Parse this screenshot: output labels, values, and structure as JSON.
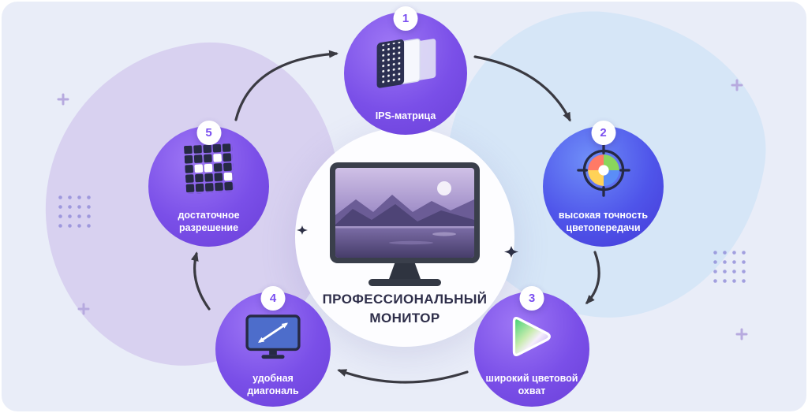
{
  "diagram": {
    "center": {
      "title": "ПРОФЕССИОНАЛЬНЫЙ МОНИТОР",
      "illustration": "desktop-monitor-with-purple-mountain-wallpaper"
    },
    "steps": [
      {
        "number": "1",
        "label": "IPS-матрица",
        "icon": "ips-panel-layers-icon"
      },
      {
        "number": "2",
        "label": "высокая точность цветопередачи",
        "icon": "color-calibration-target-icon"
      },
      {
        "number": "3",
        "label": "широкий цветовой охват",
        "icon": "color-gamut-triangle-icon"
      },
      {
        "number": "4",
        "label": "удобная диагональ",
        "icon": "screen-diagonal-arrow-icon"
      },
      {
        "number": "5",
        "label": "достаточное разрешение",
        "icon": "pixel-grid-icon"
      }
    ],
    "colors": {
      "card_background": "#e9edf8",
      "blob_left": "#d8d1f0",
      "blob_right": "#d6e6f7",
      "circle_purple": "#7a4fe8",
      "circle_blue": "#4f55ea",
      "badge_number": "#7a4ff0",
      "label_text": "#ffffff",
      "center_title_text": "#2e2e4a",
      "arrow": "#3a3a42"
    }
  }
}
